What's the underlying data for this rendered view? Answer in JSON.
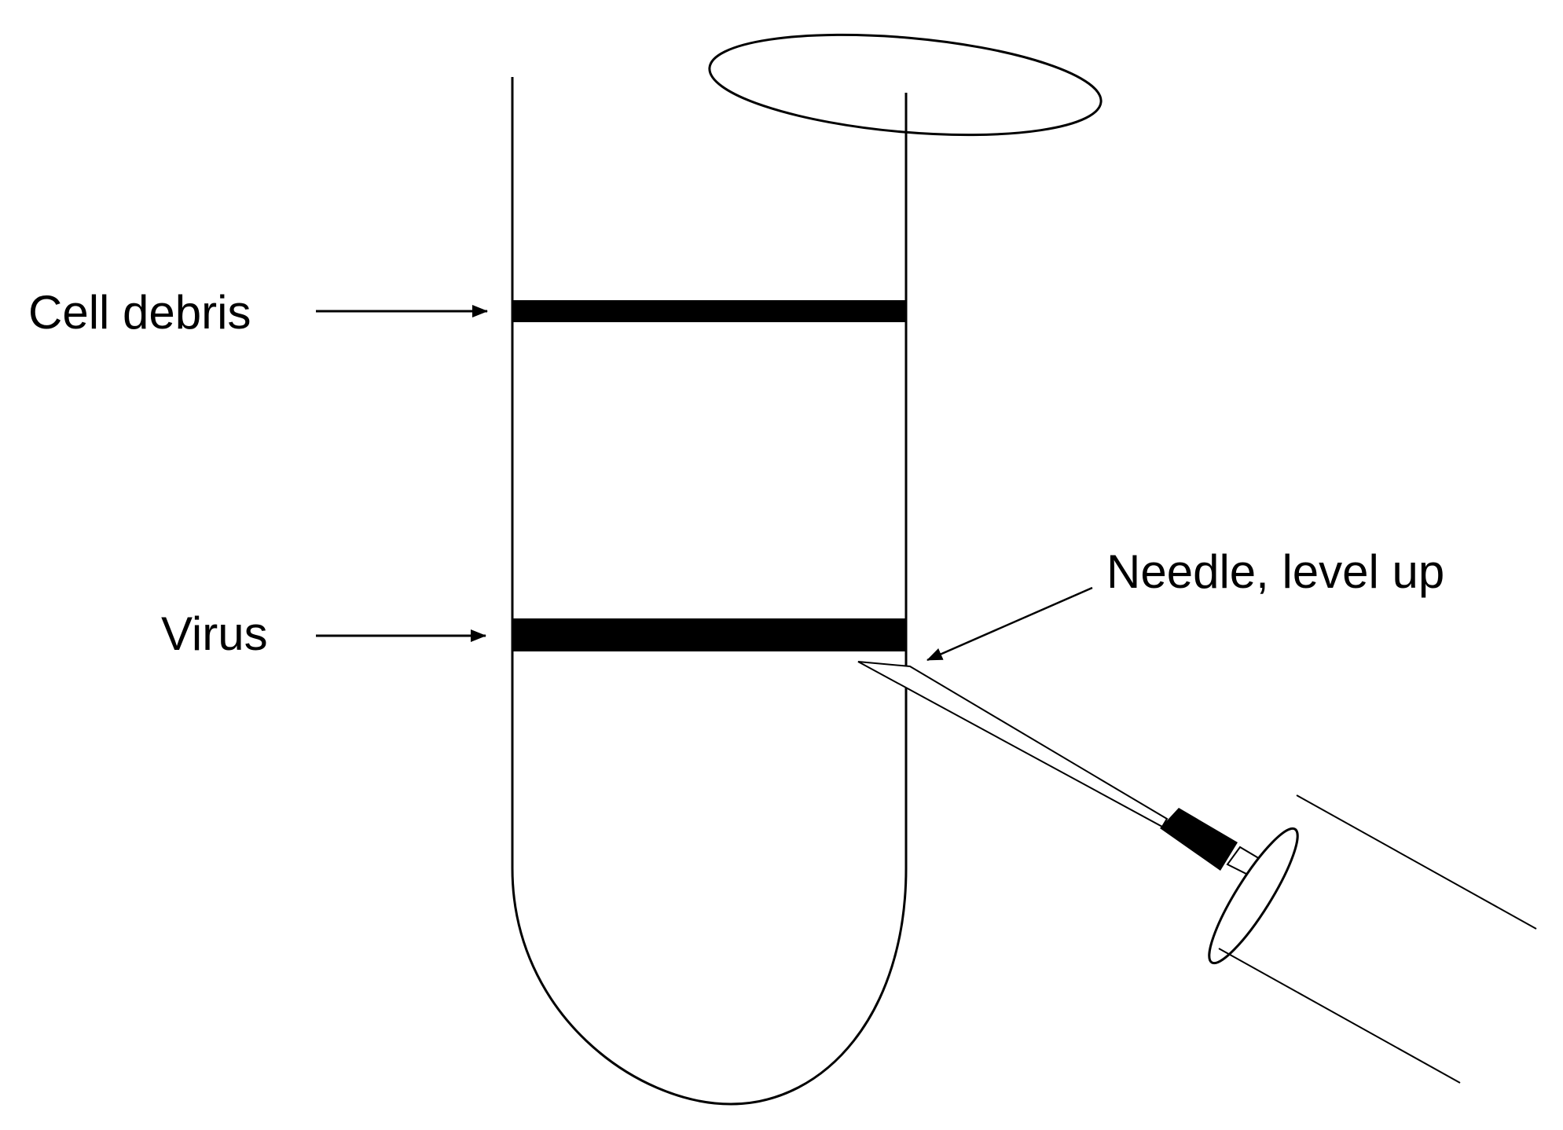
{
  "labels": {
    "cell_debris": "Cell debris",
    "virus": "Virus",
    "needle": "Needle, level up"
  },
  "colors": {
    "ink": "#000000",
    "background": "#ffffff"
  }
}
